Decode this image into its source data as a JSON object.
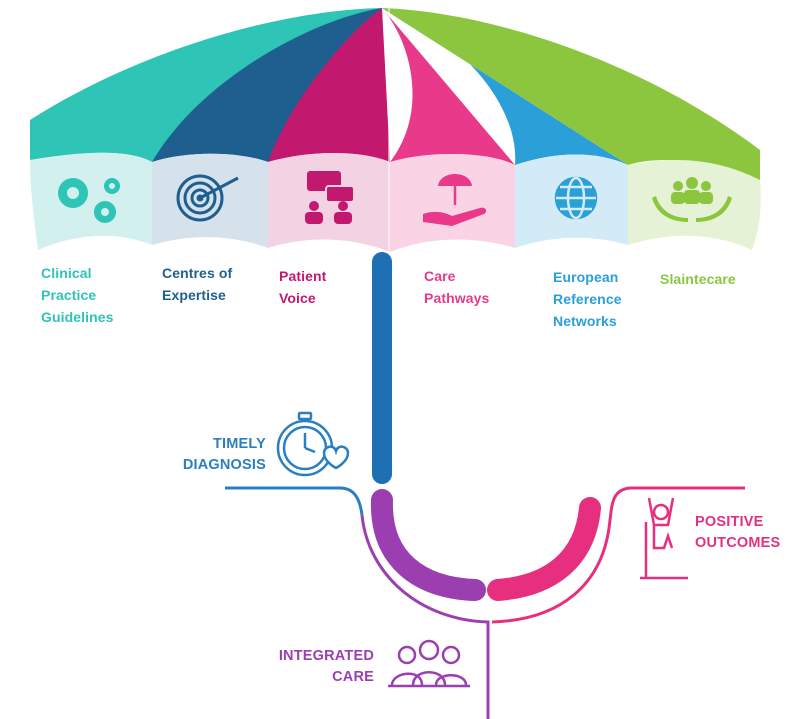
{
  "colors": {
    "teal": "#2ec4b6",
    "navy": "#1f5f8f",
    "magenta": "#c2196f",
    "pink": "#e8398a",
    "blue": "#2a9fd8",
    "green": "#8cc63f",
    "handle_blue": "#1e6fb3",
    "purple": "#9b3fb0",
    "hot_pink": "#e6307f"
  },
  "canopy": {
    "sections": [
      {
        "label": "Clinical\nPractice\nGuidelines",
        "icon": "gears-icon",
        "color": "#2ec4b6",
        "light": "#d2f1ee"
      },
      {
        "label": "Centres of\nExpertise",
        "icon": "target-icon",
        "color": "#1f5f8f",
        "light": "#d5e2ec"
      },
      {
        "label": "Patient\nVoice",
        "icon": "conversation-icon",
        "color": "#c2196f",
        "light": "#f3d3e3"
      },
      {
        "label": "Care\nPathways",
        "icon": "umbrella-hand-icon",
        "color": "#e8398a",
        "light": "#fad4e5"
      },
      {
        "label": "European\nReference\nNetworks",
        "icon": "globe-icon",
        "color": "#2a9fd8",
        "light": "#d3ebf7"
      },
      {
        "label": "Slaintecare",
        "icon": "hands-people-icon",
        "color": "#8cc63f",
        "light": "#e6f2d5"
      }
    ]
  },
  "outcomes": {
    "timely": {
      "label": "TIMELY\nDIAGNOSIS",
      "icon": "stopwatch-heart-icon",
      "color": "#2a7fc4"
    },
    "positive": {
      "label": "POSITIVE\nOUTCOMES",
      "icon": "person-celebrating-icon",
      "color": "#e6307f"
    },
    "integrated": {
      "label": "INTEGRATED\nCARE",
      "icon": "group-people-icon",
      "color": "#9b3fb0"
    }
  }
}
